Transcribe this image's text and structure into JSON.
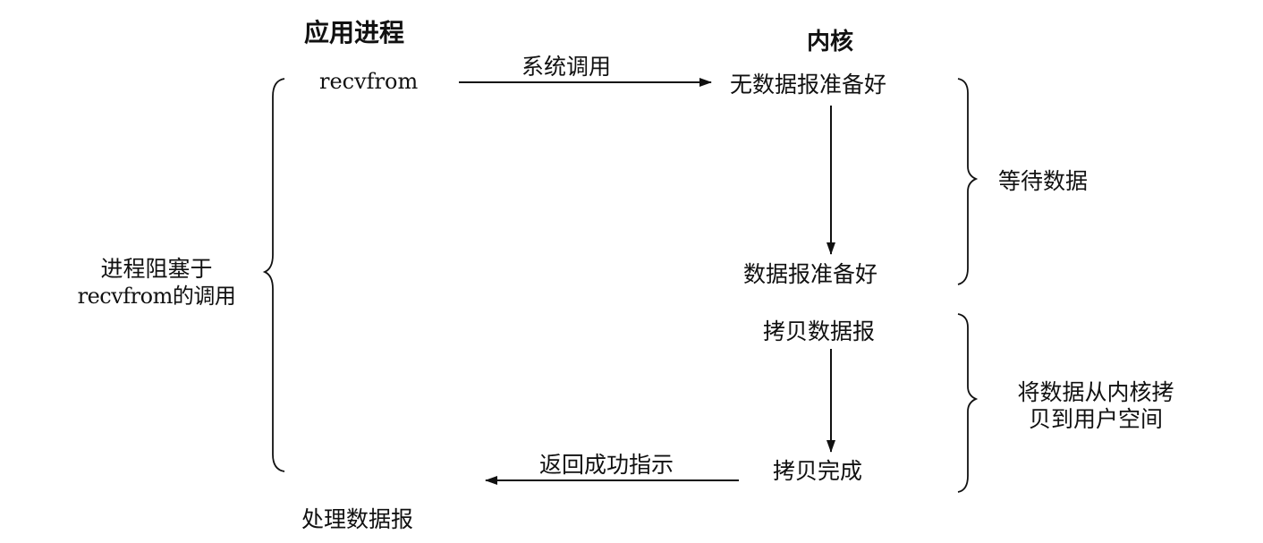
{
  "columns": {
    "app_process": "应用进程",
    "kernel": "内核"
  },
  "app": {
    "recvfrom": "recvfrom",
    "process_datagram": "处理数据报",
    "blocked_line1": "进程阻塞于",
    "blocked_line2": "recvfrom的调用"
  },
  "arrows": {
    "system_call": "系统调用",
    "return_success": "返回成功指示"
  },
  "kernel_states": {
    "no_datagram_ready": "无数据报准备好",
    "datagram_ready": "数据报准备好",
    "copy_datagram": "拷贝数据报",
    "copy_complete": "拷贝完成"
  },
  "phases": {
    "wait_for_data": "等待数据",
    "copy_line1": "将数据从内核拷",
    "copy_line2": "贝到用户空间"
  }
}
